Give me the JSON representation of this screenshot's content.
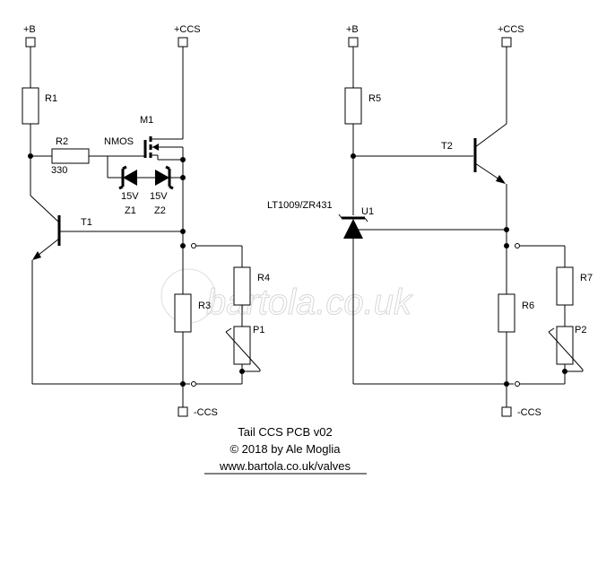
{
  "labels": {
    "left_b": "+B",
    "left_ccs": "+CCS",
    "left_neg": "-CCS",
    "right_b": "+B",
    "right_ccs": "+CCS",
    "right_neg": "-CCS",
    "r1": "R1",
    "r2": "R2",
    "r2_val": "330",
    "m1": "M1",
    "nmos": "NMOS",
    "z1_val": "15V",
    "z2_val": "15V",
    "z1": "Z1",
    "z2": "Z2",
    "t1": "T1",
    "r3": "R3",
    "r4": "R4",
    "p1": "P1",
    "r5": "R5",
    "t2": "T2",
    "u1_part": "LT1009/ZR431",
    "u1": "U1",
    "r6": "R6",
    "r7": "R7",
    "p2": "P2"
  },
  "watermark": "bartola.co.uk",
  "caption": {
    "title": "Tail CCS PCB v02",
    "copyright": "© 2018 by Ale Moglia",
    "url": "www.bartola.co.uk/valves"
  }
}
